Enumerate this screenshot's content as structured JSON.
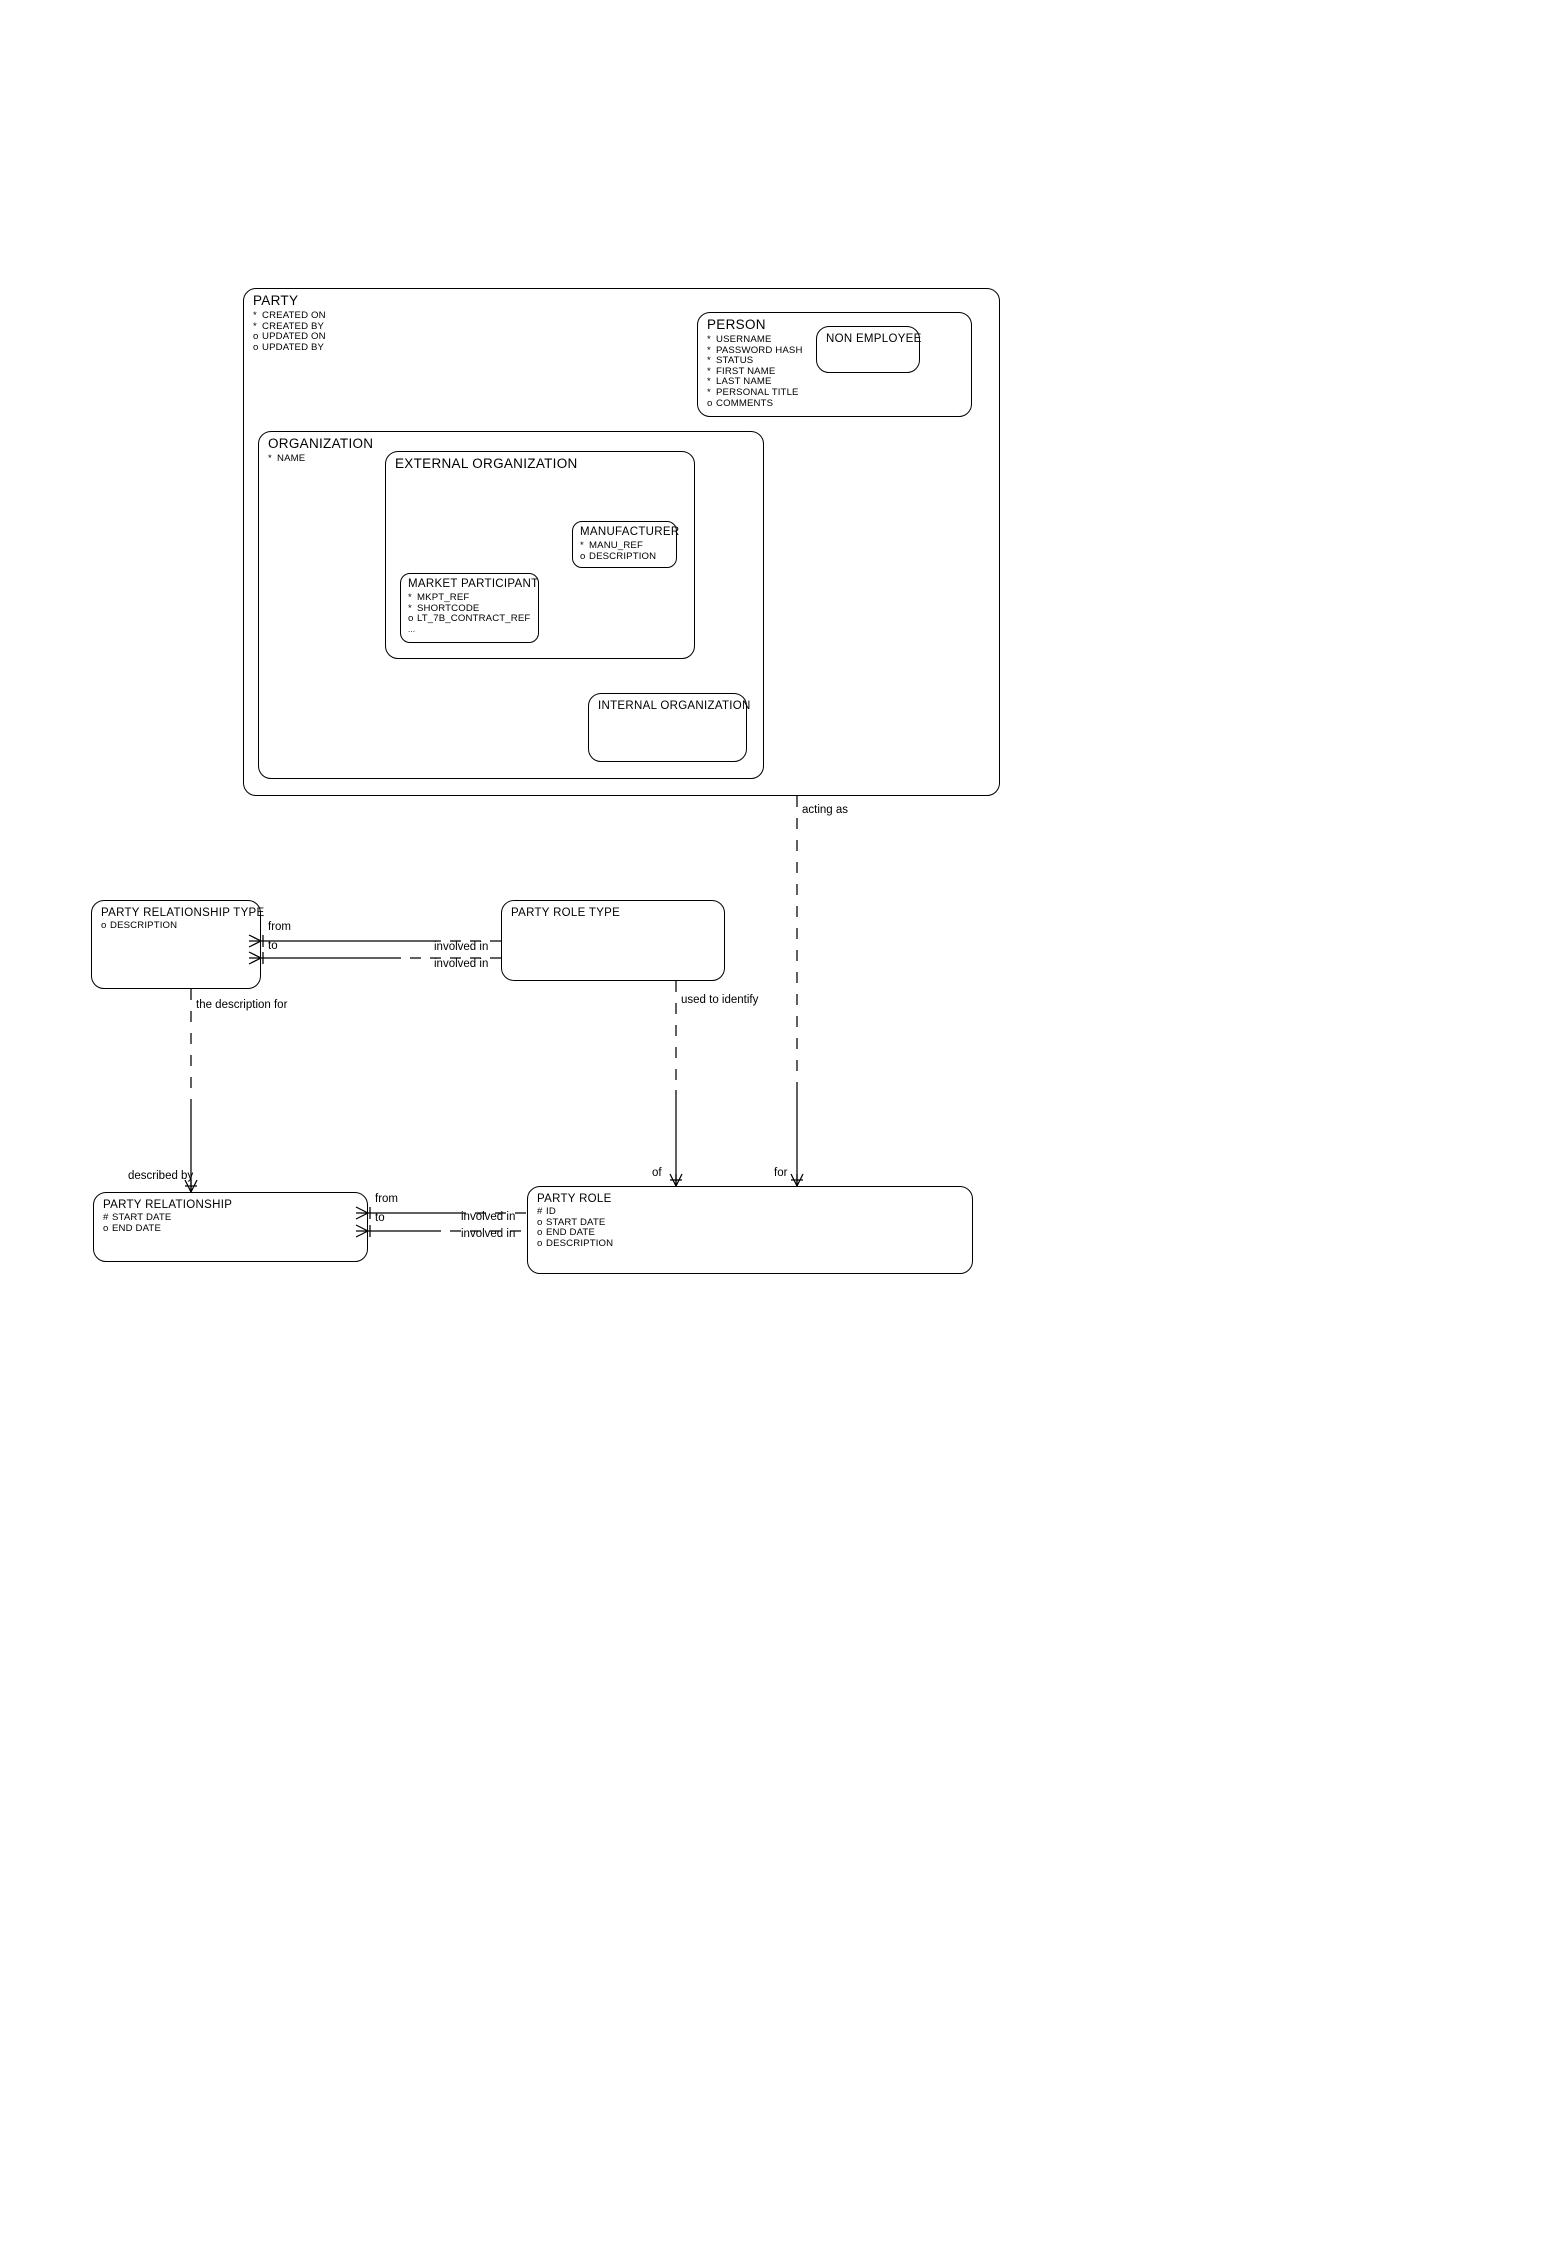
{
  "diagram": {
    "notation": "barker-erd",
    "markers": {
      "mandatory": "*",
      "optional": "o",
      "primary_key": "#",
      "more": "..."
    }
  },
  "entities": {
    "party": {
      "name": "PARTY",
      "attributes": [
        "* CREATED ON",
        "* CREATED BY",
        "o UPDATED ON",
        "o UPDATED BY"
      ]
    },
    "person": {
      "name": "PERSON",
      "attributes": [
        "* USERNAME",
        "* PASSWORD HASH",
        "* STATUS",
        "* FIRST NAME",
        "* LAST NAME",
        "* PERSONAL TITLE",
        "o COMMENTS"
      ]
    },
    "non_employee": {
      "name": "NON EMPLOYEE",
      "attributes": []
    },
    "organization": {
      "name": "ORGANIZATION",
      "attributes": [
        "* NAME"
      ]
    },
    "external_organization": {
      "name": "EXTERNAL ORGANIZATION",
      "attributes": []
    },
    "manufacturer": {
      "name": "MANUFACTURER",
      "attributes": [
        "* MANU_REF",
        "o DESCRIPTION"
      ]
    },
    "market_participant": {
      "name": "MARKET PARTICIPANT",
      "attributes": [
        "* MKPT_REF",
        "* SHORTCODE",
        "o LT_7B_CONTRACT_REF",
        "..."
      ]
    },
    "internal_organization": {
      "name": "INTERNAL ORGANIZATION",
      "attributes": []
    },
    "party_relationship_type": {
      "name": "PARTY RELATIONSHIP TYPE",
      "attributes": [
        "o DESCRIPTION"
      ]
    },
    "party_role_type": {
      "name": "PARTY ROLE TYPE",
      "attributes": []
    },
    "party_relationship": {
      "name": "PARTY RELATIONSHIP",
      "attributes": [
        "# START DATE",
        "o END DATE"
      ]
    },
    "party_role": {
      "name": "PARTY ROLE",
      "attributes": [
        "# ID",
        "o START DATE",
        "o END DATE",
        "o DESCRIPTION"
      ]
    }
  },
  "relationships": {
    "prt_prtype_from": {
      "near": "from",
      "far": "involved in"
    },
    "prt_prtype_to": {
      "near": "to",
      "far": "involved in"
    },
    "pr_prole_from": {
      "near": "from",
      "far": "involved in"
    },
    "pr_prole_to": {
      "near": "to",
      "far": "involved in"
    },
    "prtype_pr": {
      "top": "the description for",
      "bottom": "described by"
    },
    "proletype_prole": {
      "top": "used to identify",
      "bottom": "of"
    },
    "party_prole": {
      "top": "acting as",
      "bottom": "for"
    }
  }
}
